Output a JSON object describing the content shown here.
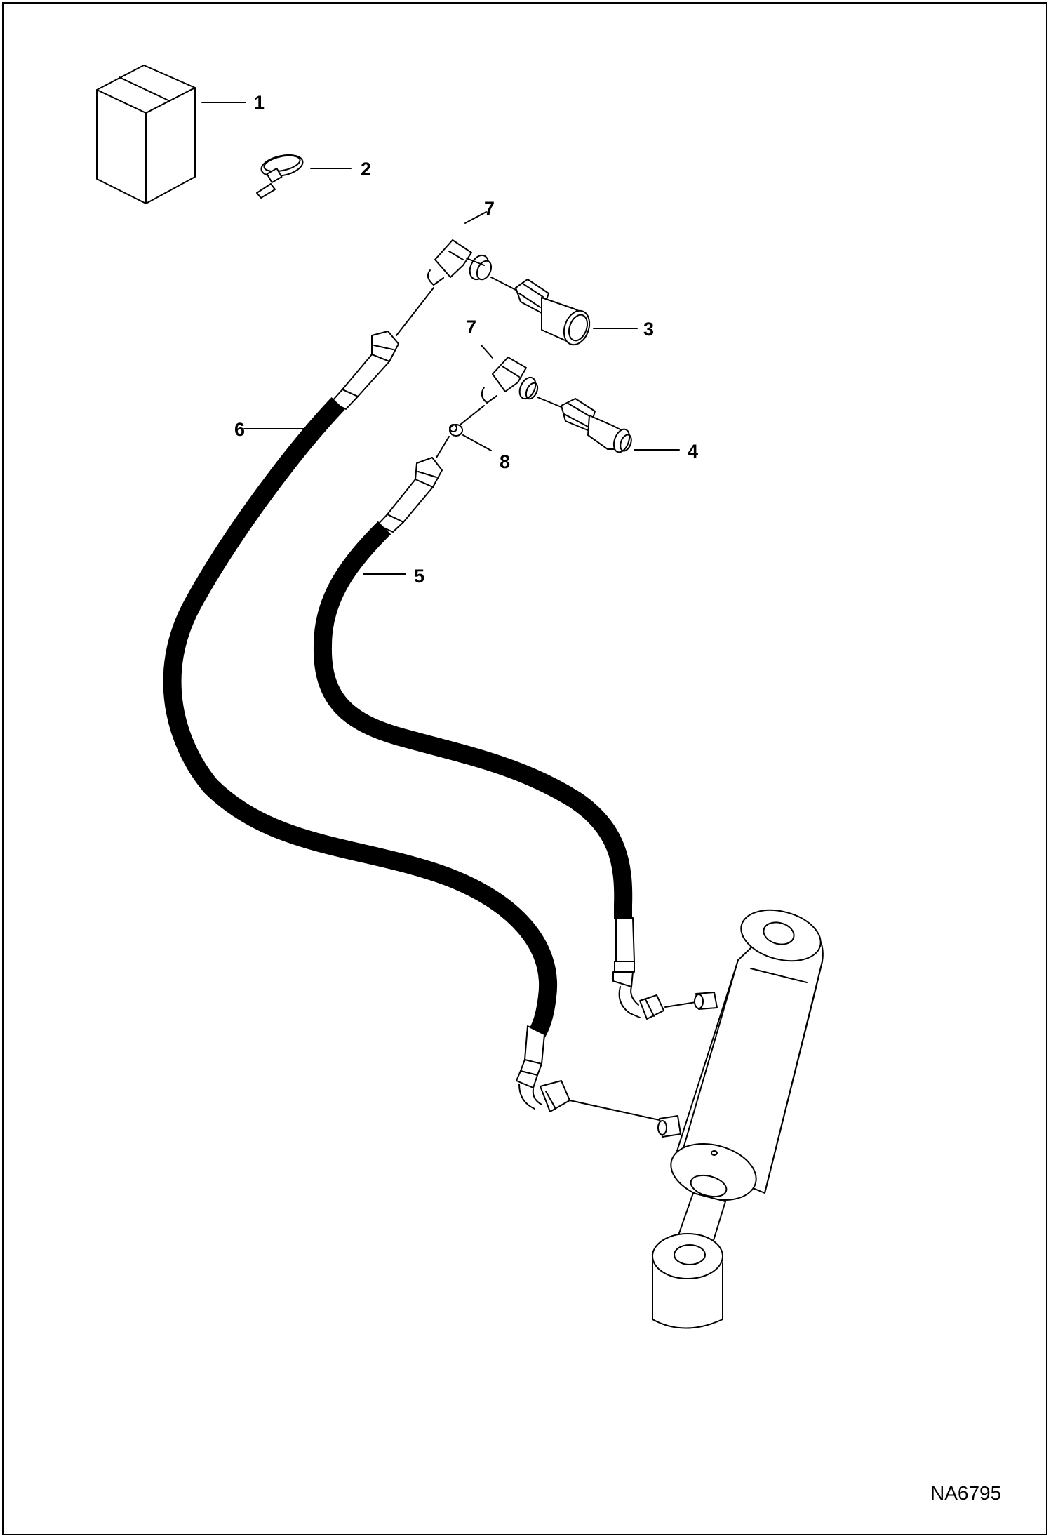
{
  "figure_id": "NA6795",
  "callouts": {
    "kit_box": "1",
    "cable_tie": "2",
    "coupler_female": "3",
    "coupler_male": "4",
    "hose_short": "5",
    "hose_long": "6",
    "elbow_upper": "7",
    "elbow_lower": "7",
    "orifice": "8"
  },
  "colors": {
    "line": "#000000",
    "background": "#ffffff",
    "hose": "#000000"
  }
}
